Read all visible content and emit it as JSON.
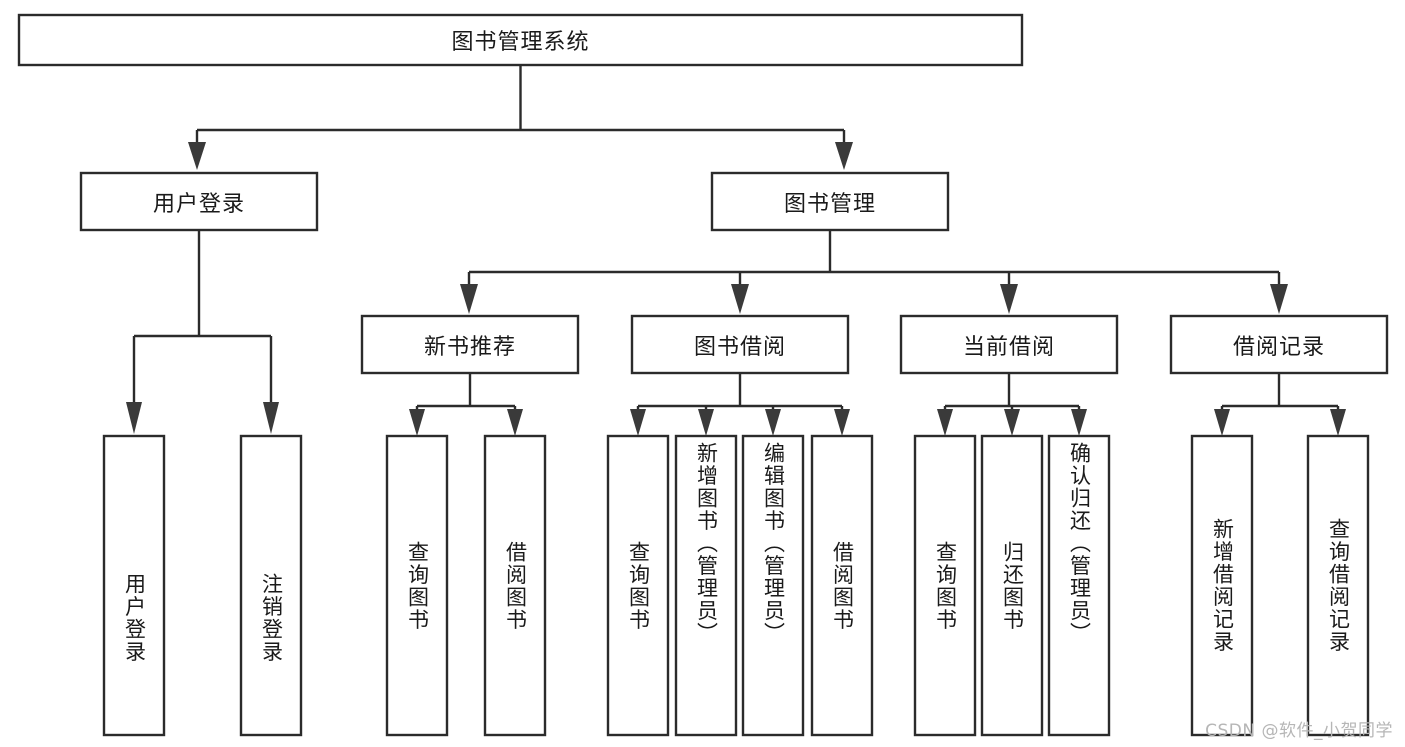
{
  "diagram": {
    "title": "图书管理系统",
    "type": "tree",
    "orientation": "top-down",
    "colors": {
      "background": "#ffffff",
      "box_border": "#2b2b2b",
      "box_fill": "#ffffff",
      "connector": "#2b2b2b",
      "text": "#1a1a1a",
      "watermark": "#b6b6b6"
    }
  },
  "nodes": {
    "root": {
      "label": "图书管理系统",
      "level": 0,
      "orientation": "horizontal"
    },
    "l1": [
      {
        "label": "用户登录",
        "orientation": "horizontal"
      },
      {
        "label": "图书管理",
        "orientation": "horizontal"
      }
    ],
    "l2": [
      {
        "label": "新书推荐",
        "orientation": "horizontal",
        "parent": "图书管理"
      },
      {
        "label": "图书借阅",
        "orientation": "horizontal",
        "parent": "图书管理"
      },
      {
        "label": "当前借阅",
        "orientation": "horizontal",
        "parent": "图书管理"
      },
      {
        "label": "借阅记录",
        "orientation": "horizontal",
        "parent": "图书管理"
      }
    ],
    "leaves": {
      "用户登录": [
        {
          "label": "用户登录",
          "orientation": "vertical",
          "align": "bottom"
        },
        {
          "label": "注销登录",
          "orientation": "vertical",
          "align": "bottom"
        }
      ],
      "新书推荐": [
        {
          "label": "查询图书",
          "orientation": "vertical",
          "align": "middle"
        },
        {
          "label": "借阅图书",
          "orientation": "vertical",
          "align": "middle"
        }
      ],
      "图书借阅": [
        {
          "label": "查询图书",
          "orientation": "vertical",
          "align": "middle"
        },
        {
          "label": "新增图书（管理员）",
          "orientation": "vertical",
          "align": "top"
        },
        {
          "label": "编辑图书（管理员）",
          "orientation": "vertical",
          "align": "top"
        },
        {
          "label": "借阅图书",
          "orientation": "vertical",
          "align": "middle"
        }
      ],
      "当前借阅": [
        {
          "label": "查询图书",
          "orientation": "vertical",
          "align": "middle"
        },
        {
          "label": "归还图书",
          "orientation": "vertical",
          "align": "middle"
        },
        {
          "label": "确认归还（管理员）",
          "orientation": "vertical",
          "align": "top"
        }
      ],
      "借阅记录": [
        {
          "label": "新增借阅记录",
          "orientation": "vertical",
          "align": "middle"
        },
        {
          "label": "查询借阅记录",
          "orientation": "vertical",
          "align": "middle"
        }
      ]
    }
  },
  "watermark": {
    "text": "CSDN @软件_小贺同学"
  }
}
